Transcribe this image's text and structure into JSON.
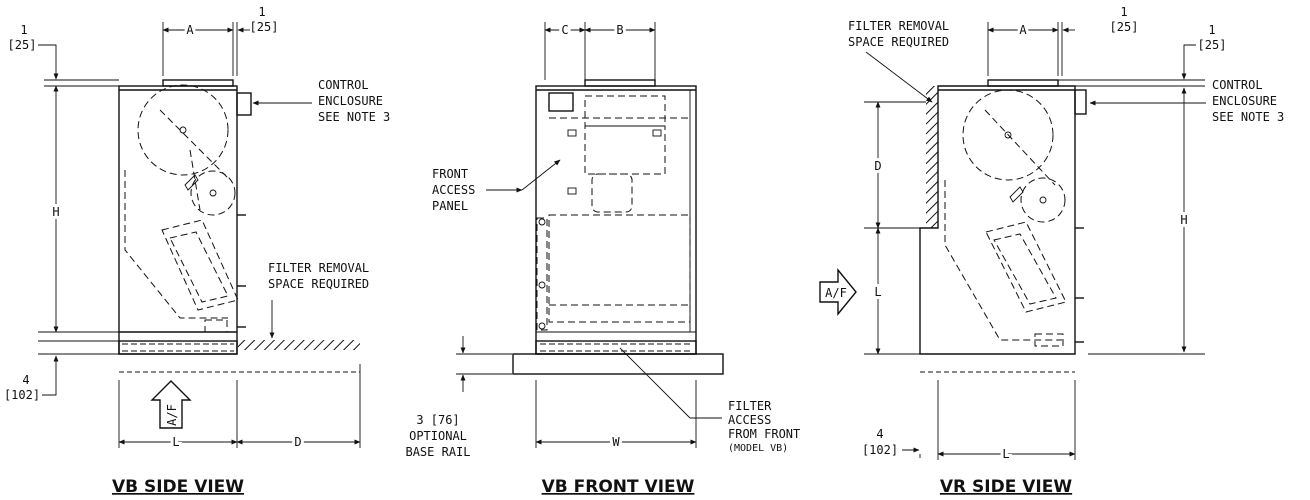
{
  "side_view_left": {
    "title": "VB SIDE VIEW",
    "dim_A": "A",
    "dim_top_num": "1",
    "dim_top_mm": "[25]",
    "dim_left_num": "1",
    "dim_left_mm": "[25]",
    "dim_H": "H",
    "dim_bottom_num": "4",
    "dim_bottom_mm": "[102]",
    "dim_L": "L",
    "dim_D": "D",
    "control_line1": "CONTROL",
    "control_line2": "ENCLOSURE",
    "control_line3": "SEE NOTE 3",
    "filter_line1": "FILTER REMOVAL",
    "filter_line2": "SPACE REQUIRED",
    "airflow": "A/F"
  },
  "front_view": {
    "title": "VB FRONT VIEW",
    "dim_C": "C",
    "dim_B": "B",
    "dim_W": "W",
    "panel_line1": "FRONT",
    "panel_line2": "ACCESS",
    "panel_line3": "PANEL",
    "rail_line1": "3 [76]",
    "rail_line2": "OPTIONAL",
    "rail_line3": "BASE RAIL",
    "filter_line1": "FILTER",
    "filter_line2": "ACCESS",
    "filter_line3": "FROM FRONT",
    "filter_line4": "(MODEL VB)"
  },
  "side_view_right": {
    "title": "VR SIDE VIEW",
    "filter_line1": "FILTER REMOVAL",
    "filter_line2": "SPACE REQUIRED",
    "dim_A": "A",
    "dim_top_num": "1",
    "dim_top_mm": "[25]",
    "dim_right_num": "1",
    "dim_right_mm": "[25]",
    "control_line1": "CONTROL",
    "control_line2": "ENCLOSURE",
    "control_line3": "SEE NOTE 3",
    "dim_D": "D",
    "dim_L": "L",
    "dim_H": "H",
    "airflow": "A/F",
    "dim_bottom_num": "4",
    "dim_bottom_mm": "[102]",
    "dim_L_bottom": "L"
  }
}
